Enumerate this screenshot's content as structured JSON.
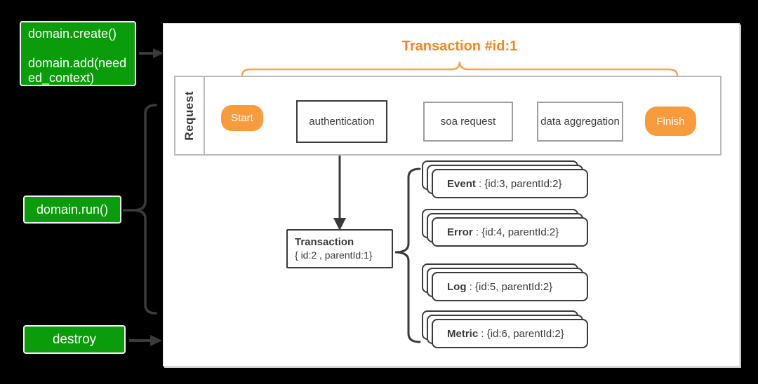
{
  "colors": {
    "background": "#000000",
    "panel": "#ffffff",
    "green_box": "#0a9c0a",
    "orange_node": "#f79b3d",
    "orange_title": "#f7871d",
    "orange_brace": "#f7a44d",
    "dark_stroke": "#3a3a3a",
    "gray_border": "#9e9e9e",
    "lane_border": "#b9b9b9"
  },
  "left_panel": {
    "create_box_text": "domain.create()\n\ndomain.add(need\ned_context)",
    "run_box_label": "domain.run()",
    "destroy_box_label": "destroy"
  },
  "diagram": {
    "title": "Transaction #id:1",
    "request_lane": {
      "label": "Request",
      "start_label": "Start",
      "finish_label": "Finish",
      "steps": [
        {
          "label": "authentication"
        },
        {
          "label": "soa request"
        },
        {
          "label": "data aggregation"
        }
      ]
    },
    "transaction_node": {
      "title": "Transaction",
      "detail": "{ id:2 , parentId:1}"
    },
    "cards": [
      {
        "name": "Event",
        "detail": " : {id:3, parentId:2}"
      },
      {
        "name": "Error",
        "detail": " : {id:4, parentId:2}"
      },
      {
        "name": "Log",
        "detail": " : {id:5, parentId:2}"
      },
      {
        "name": "Metric",
        "detail": " : {id:6, parentId:2}"
      }
    ]
  }
}
